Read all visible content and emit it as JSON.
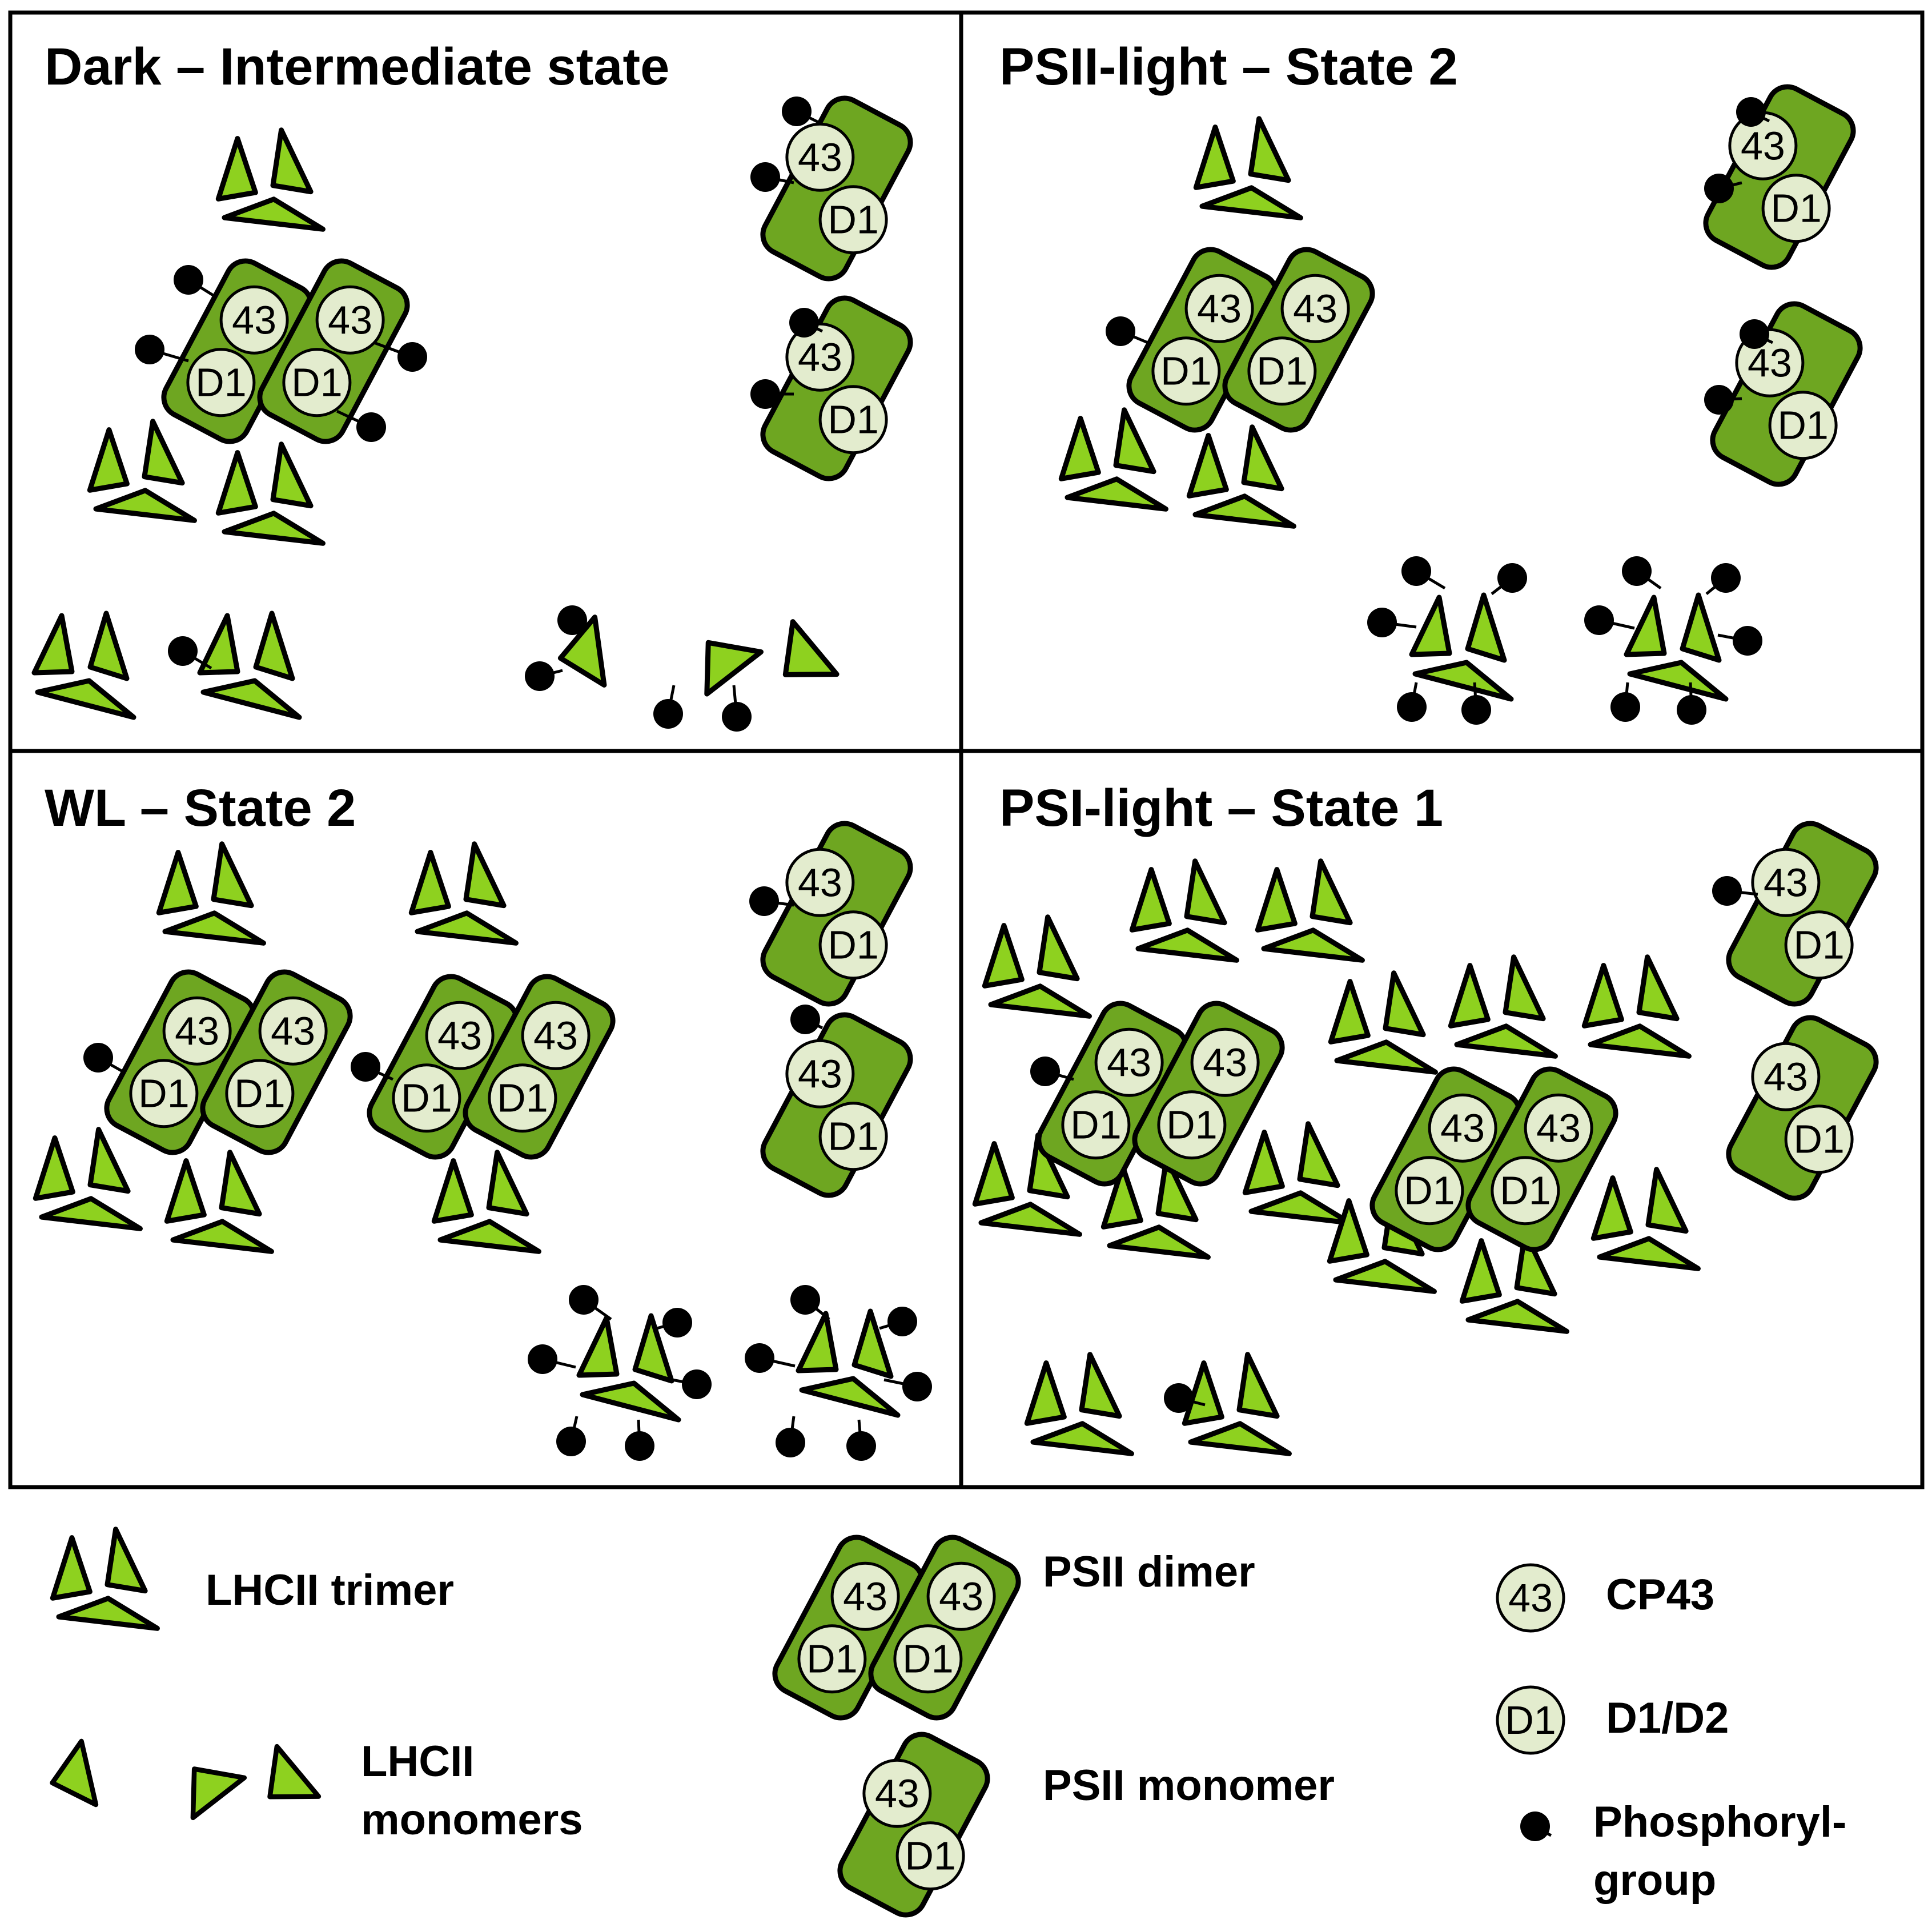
{
  "colors": {
    "lhc_fill": "#8ed11f",
    "psii_fill": "#6ea621",
    "circle_fill": "#e3ecce",
    "stroke": "#000000"
  },
  "panels": [
    {
      "title": "Dark – Intermediate state"
    },
    {
      "title": "PSII-light – State 2"
    },
    {
      "title": "WL – State 2"
    },
    {
      "title": "PSI-light – State 1"
    }
  ],
  "components": {
    "cp43_label": "43",
    "d1_label": "D1"
  },
  "legend": {
    "lhcii_trimer": "LHCII trimer",
    "lhcii_monomers_line1": "LHCII",
    "lhcii_monomers_line2": "monomers",
    "psii_dimer": "PSII dimer",
    "psii_monomer": "PSII monomer",
    "cp43": "CP43",
    "d1d2": "D1/D2",
    "phosphoryl_line1": "Phosphoryl-",
    "phosphoryl_line2": "group"
  }
}
